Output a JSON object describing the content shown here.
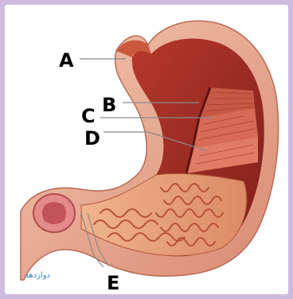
{
  "labels": {
    "a": "A",
    "b": "B",
    "c": "C",
    "d": "D",
    "e": "E"
  },
  "watermark": "دوازدهه",
  "colors": {
    "border": "#cdbce0",
    "muscle_dark": "#9b2a23",
    "muscle_mid": "#c24a3a",
    "muscle_light": "#e07a62",
    "mucosa": "#e9a27c",
    "mucosa_fold": "#d16a4c",
    "outer_wall": "#f2c1a8",
    "leader_line": "#8a8a8a",
    "watermark": "#2f89c8"
  }
}
